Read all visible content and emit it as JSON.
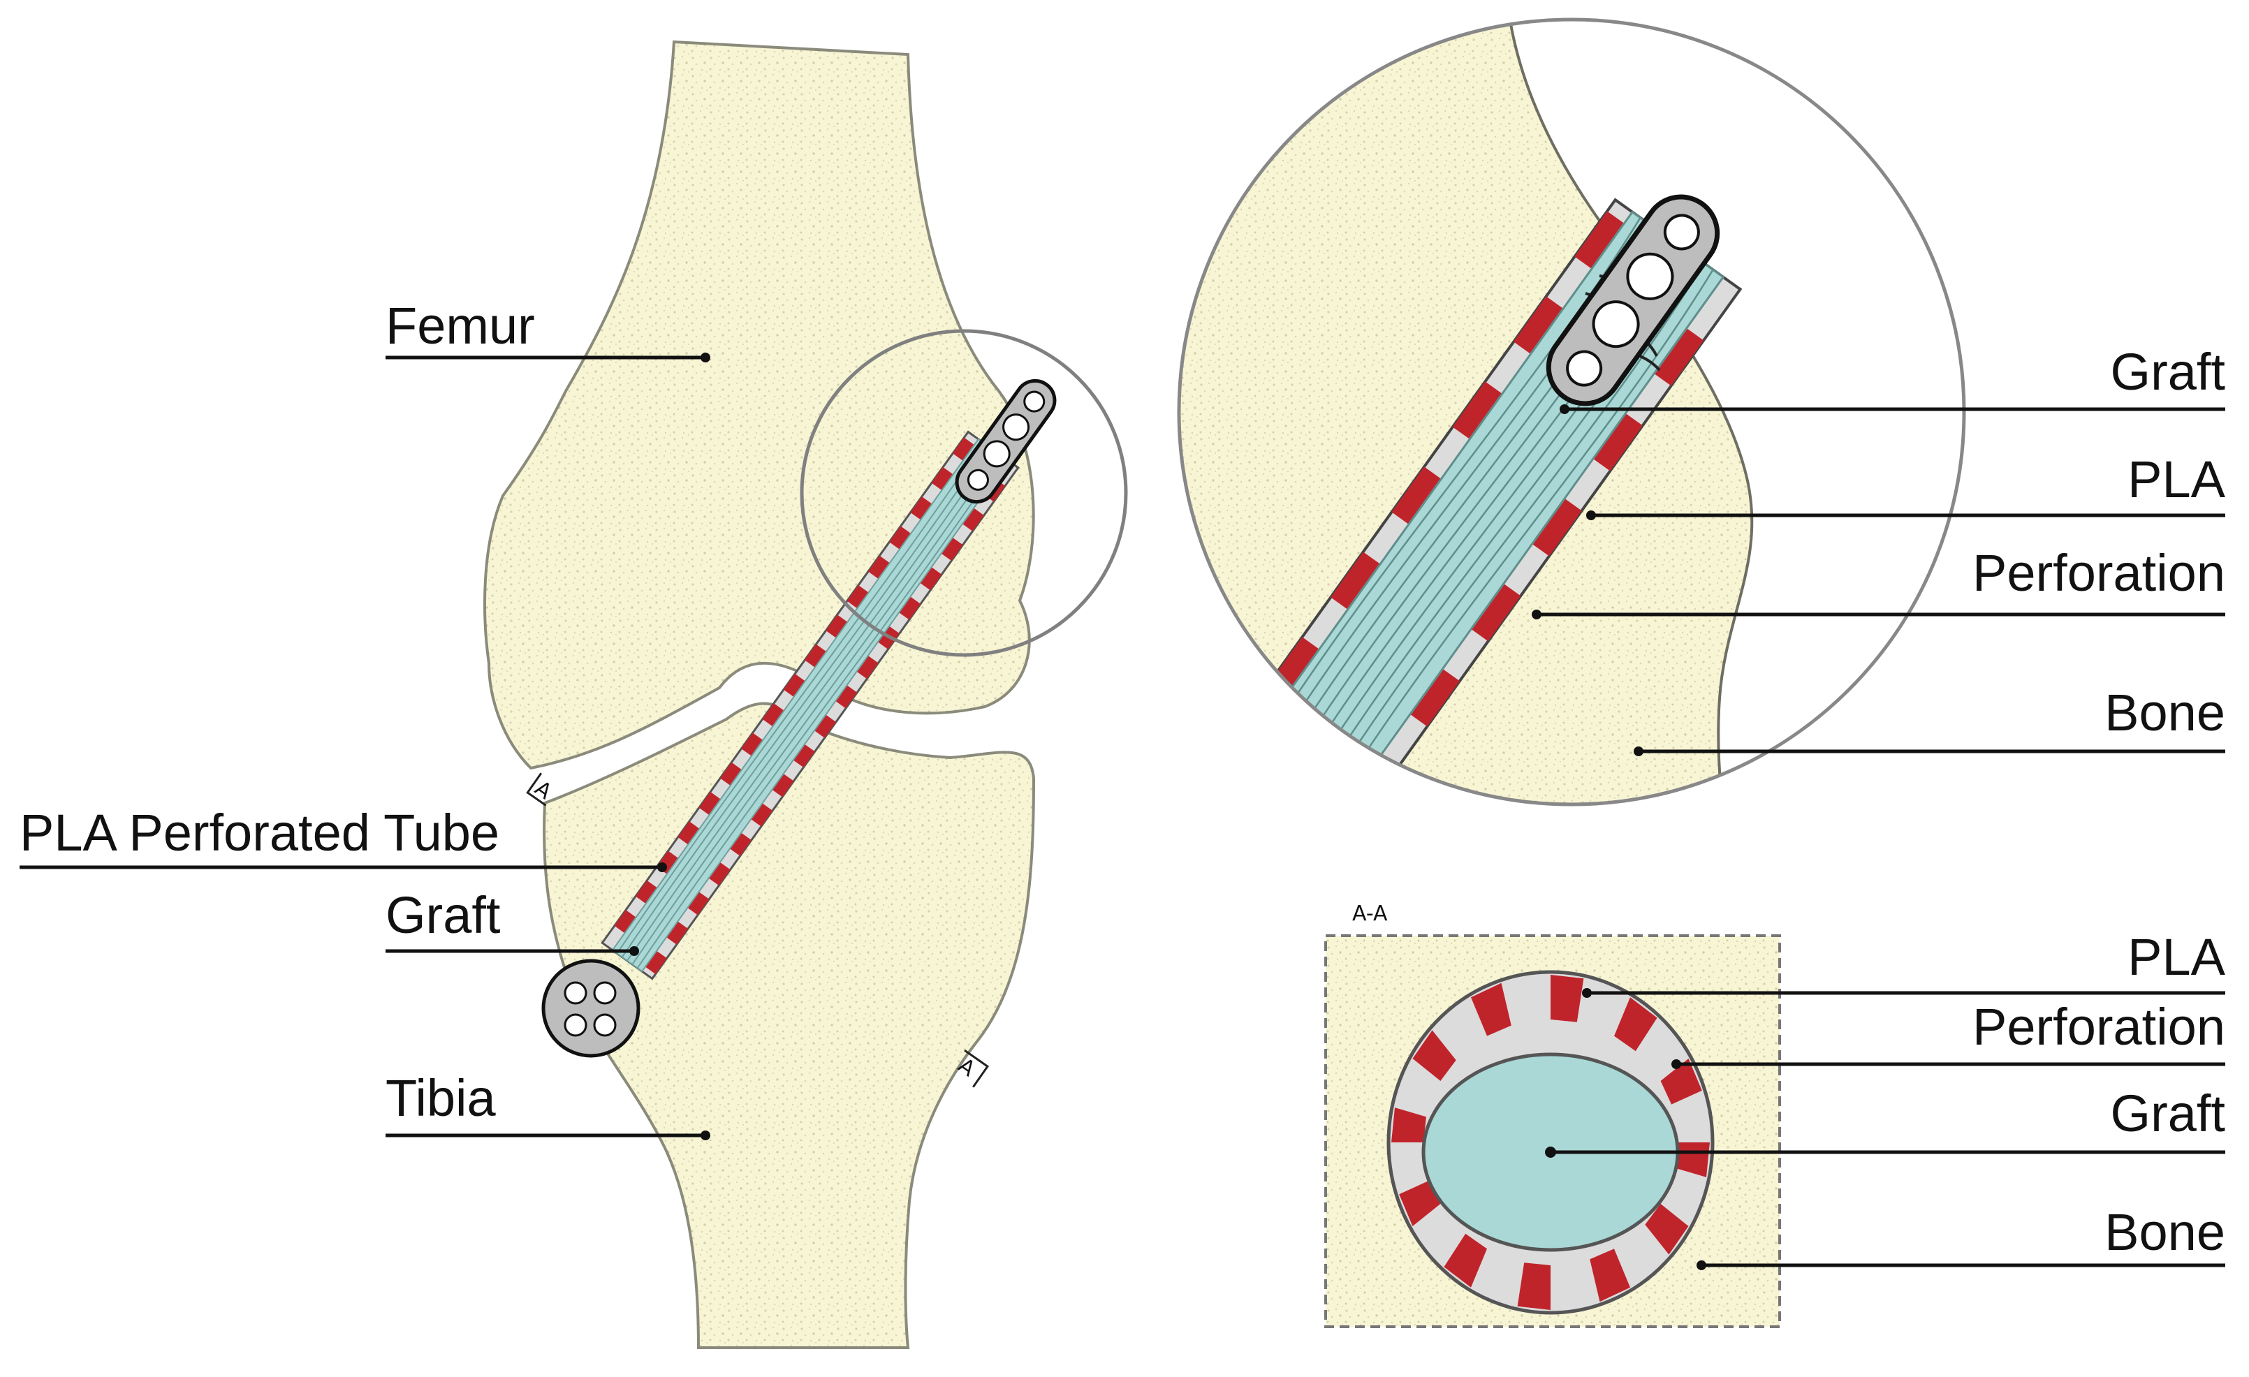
{
  "colors": {
    "bone": "#f8f5d5",
    "bone_speckle": "#d4d0ae",
    "bone_outline": "#8b8b7c",
    "graft": "#a9d8d6",
    "graft_stroke": "#6f9e9b",
    "pla": "#dcdcdc",
    "perforation": "#c0242b",
    "anchor": "#bdbdbd",
    "leader": "#111111"
  },
  "main_view": {
    "femur_label": "Femur",
    "tube_label": "PLA Perforated Tube",
    "graft_label": "Graft",
    "tibia_label": "Tibia",
    "section_marker_top": "A",
    "section_marker_bottom": "A"
  },
  "detail_view": {
    "graft_label": "Graft",
    "pla_label": "PLA",
    "perforation_label": "Perforation",
    "bone_label": "Bone"
  },
  "section_view": {
    "title": "A-A",
    "pla_label": "PLA",
    "perforation_label": "Perforation",
    "graft_label": "Graft",
    "bone_label": "Bone"
  }
}
